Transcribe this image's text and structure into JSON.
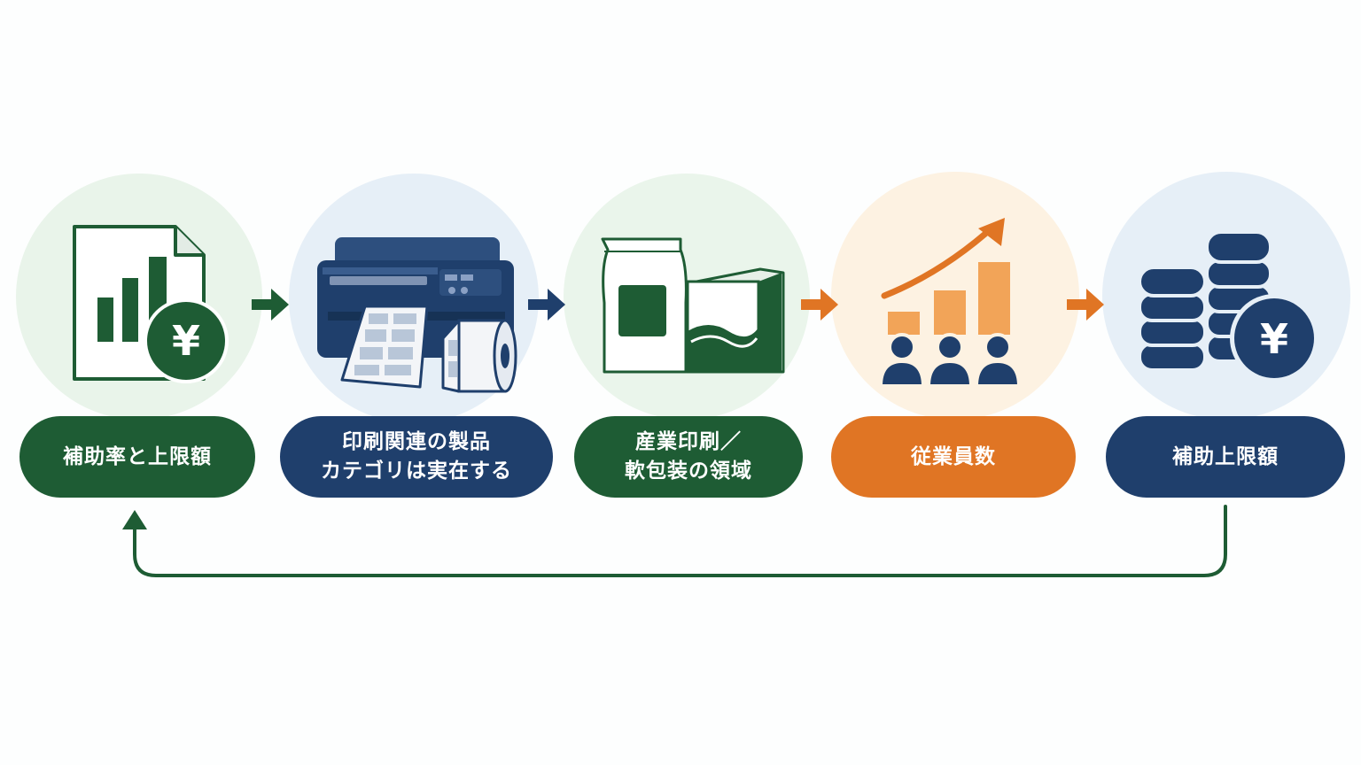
{
  "colors": {
    "green": "#1e5c34",
    "navy": "#1f3f6c",
    "orange": "#e07524",
    "light_orange": "#f2a458",
    "bubble_green": "#e9f4ea",
    "bubble_blue": "#e6eff7",
    "bubble_orange": "#fdf2e2"
  },
  "steps": [
    {
      "label": "補助率と上限額",
      "icon": "document-chart-yen-icon",
      "color": "green"
    },
    {
      "label": "印刷関連の製品\nカテゴリは実在する",
      "icon": "printer-label-roll-icon",
      "color": "navy"
    },
    {
      "label": "産業印刷／\n軟包装の領域",
      "icon": "pouch-box-package-icon",
      "color": "green"
    },
    {
      "label": "従業員数",
      "icon": "growth-chart-people-icon",
      "color": "orange"
    },
    {
      "label": "補助上限額",
      "icon": "coin-stacks-yen-icon",
      "color": "navy"
    }
  ],
  "icon_text": {
    "yen_symbol_1": "¥",
    "yen_symbol_2": "¥"
  }
}
